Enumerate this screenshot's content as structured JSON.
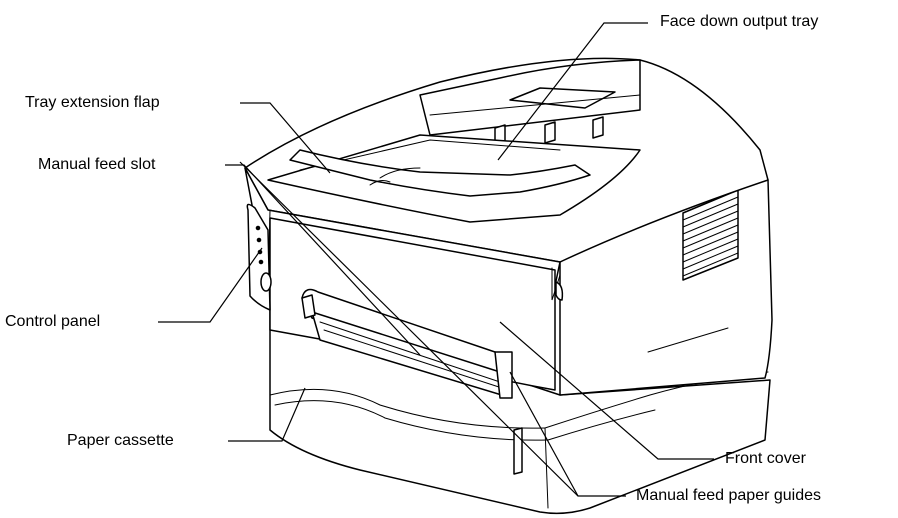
{
  "labels": {
    "face_down_output_tray": "Face down output tray",
    "tray_extension_flap": "Tray extension flap",
    "manual_feed_slot": "Manual feed slot",
    "control_panel": "Control panel",
    "paper_cassette": "Paper cassette",
    "front_cover": "Front cover",
    "manual_feed_paper_guides": "Manual feed paper guides"
  }
}
